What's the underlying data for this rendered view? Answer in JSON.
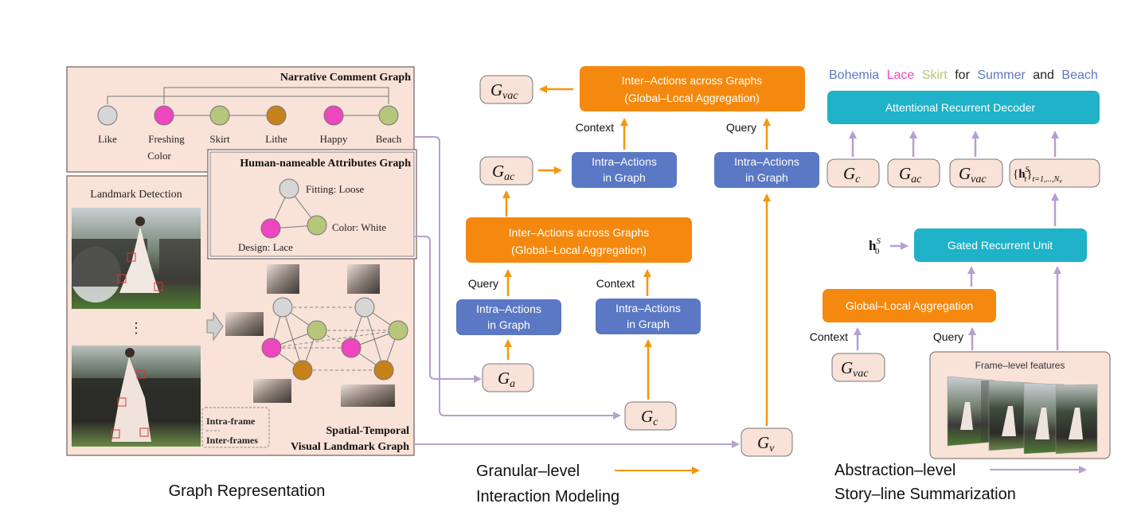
{
  "colors": {
    "panel_fill": "#f9e2d8",
    "panel_border": "#8a7d78",
    "orange": "#f5890f",
    "blue": "#5b78c4",
    "teal": "#1fb2c8",
    "purple_arrow": "#b79fcf",
    "orange_arrow": "#f5960f",
    "node_gray": "#d6d6d6",
    "node_pink": "#ee46be",
    "node_green": "#b6c67a",
    "node_brown": "#c5821a"
  },
  "graph_representation": {
    "narrative": {
      "title": "Narrative Comment Graph",
      "nodes": [
        "Like",
        "Freshing",
        "Color",
        "Skirt",
        "Lithe",
        "Happy",
        "Beach"
      ]
    },
    "attributes": {
      "title": "Human-nameable Attributes Graph",
      "fitting": "Fitting: Loose",
      "color": "Color: White",
      "design": "Design: Lace"
    },
    "landmark": {
      "detection_label": "Landmark Detection",
      "dots": "⋮",
      "intra_frame": "Intra-frame",
      "inter_frames": "Inter-frames",
      "title_line1": "Spatial-Temporal",
      "title_line2": "Visual Landmark Graph"
    },
    "caption": "Graph Representation"
  },
  "granular": {
    "inter_top_line1": "Inter–Actions across Graphs",
    "inter_top_line2": "(Global–Local Aggregation)",
    "inter_mid_line1": "Inter–Actions across Graphs",
    "inter_mid_line2": "(Global–Local Aggregation)",
    "intra_line1": "Intra–Actions",
    "intra_line2": "in Graph",
    "context": "Context",
    "query": "Query",
    "caption_line1": "Granular–level",
    "caption_line2": "Interaction Modeling"
  },
  "graph_symbols": {
    "G": "G",
    "vac": "vac",
    "ac": "ac",
    "a": "a",
    "c": "c",
    "v": "v"
  },
  "abstraction": {
    "headline": [
      "Bohemia",
      "Lace",
      "Skirt",
      "for",
      "Summer",
      "and",
      "Beach"
    ],
    "headline_colors": [
      "#5b78c4",
      "#ee46be",
      "#b6c67a",
      "#333333",
      "#5b78c4",
      "#333333",
      "#5b78c4"
    ],
    "decoder": "Attentional Recurrent Decoder",
    "gru": "Gated Recurrent Unit",
    "gla": "Global–Local Aggregation",
    "context": "Context",
    "query": "Query",
    "frame_features": "Frame–level features",
    "h_symbol": "h",
    "h_sup": "S",
    "h0_sub": "0",
    "ht_sub": "t",
    "ht_range": "t=1,...,N",
    "ht_range_sub": "v",
    "caption_line1": "Abstraction–level",
    "caption_line2": "Story–line Summarization"
  }
}
